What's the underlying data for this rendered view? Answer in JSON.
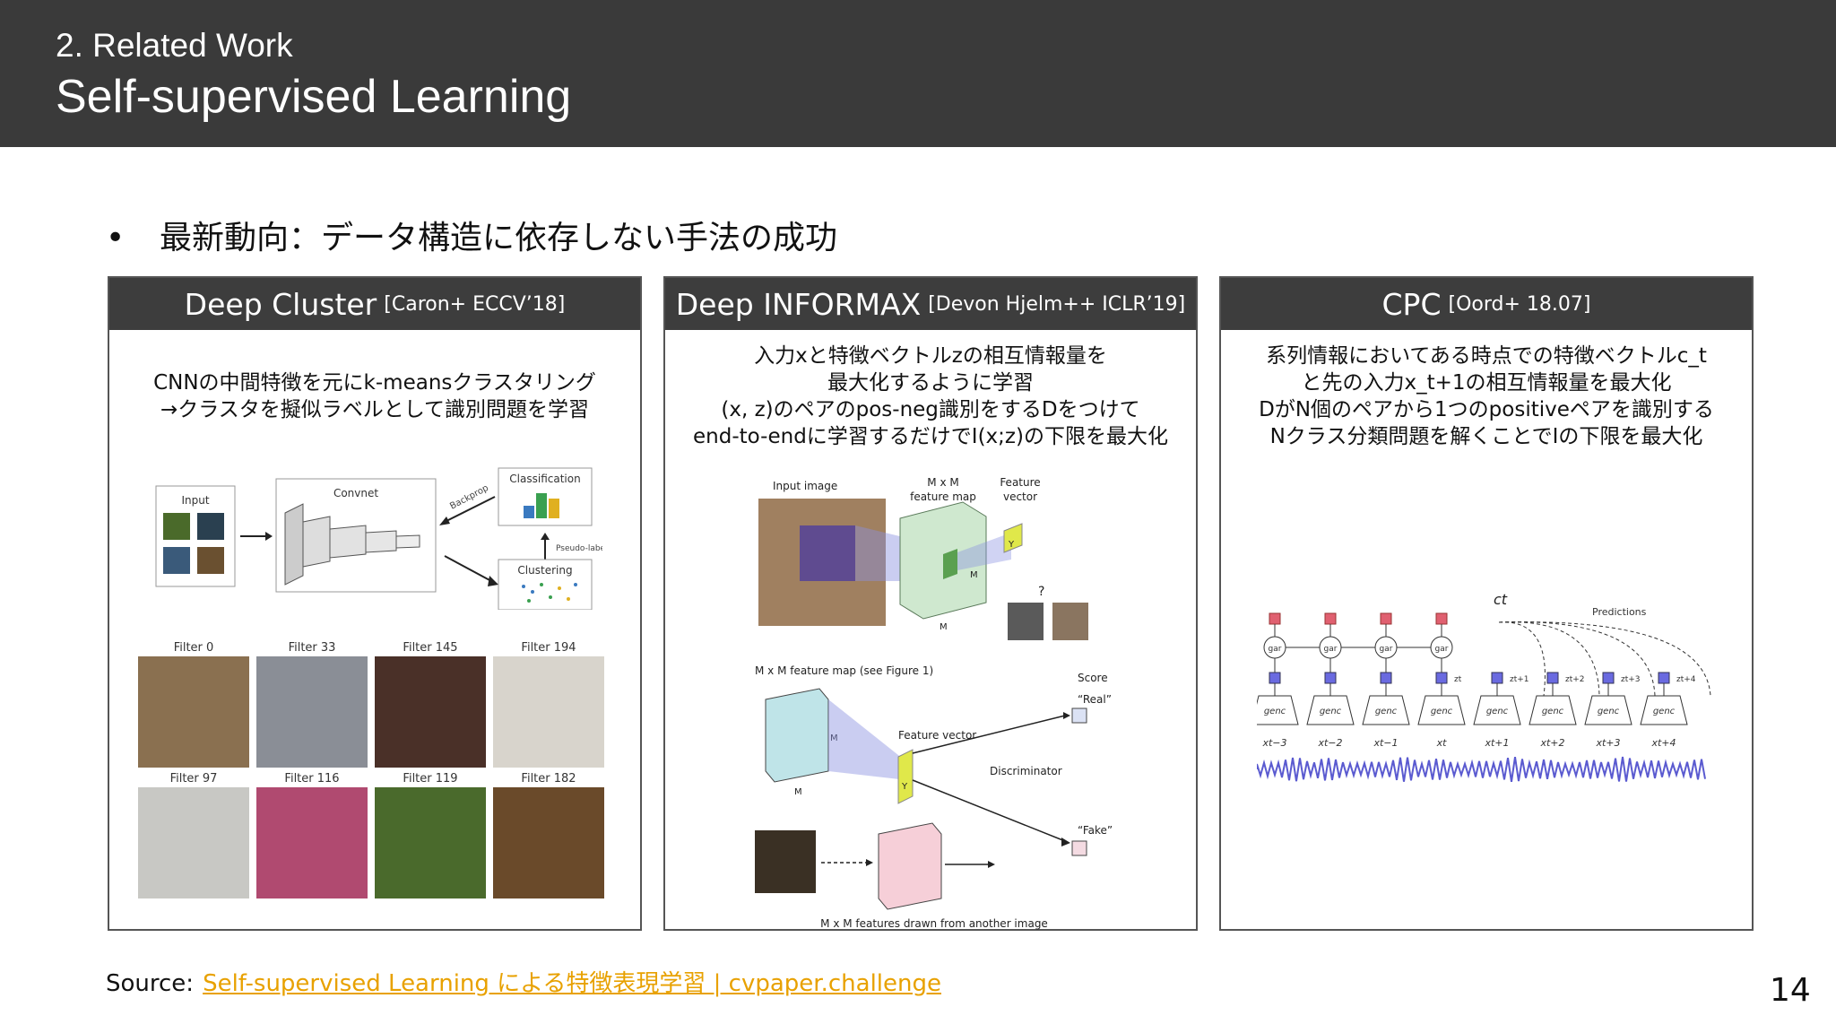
{
  "header": {
    "section": "2. Related Work",
    "title": "Self-supervised Learning"
  },
  "bullet": {
    "marker": "•",
    "text": "最新動向：データ構造に依存しない手法の成功"
  },
  "panels": [
    {
      "name": "Deep Cluster",
      "citation": "[Caron+ ECCV’18]",
      "lines": [
        "CNNの中間特徴を元にk-meansクラスタリング",
        "→クラスタを擬似ラベルとして識別問題を学習"
      ],
      "figure": {
        "input": "Input",
        "convnet": "Convnet",
        "backprop": "Backprop",
        "classification": "Classification",
        "pseudo": "Pseudo-labels",
        "clustering": "Clustering",
        "filters": [
          "Filter 0",
          "Filter 33",
          "Filter 145",
          "Filter 194",
          "Filter 97",
          "Filter 116",
          "Filter 119",
          "Filter 182"
        ]
      }
    },
    {
      "name": "Deep INFORMAX",
      "citation": "[Devon Hjelm++ ICLR’19]",
      "lines": [
        "入力xと特徴ベクトルzの相互情報量を",
        "最大化するように学習",
        "(x, z)のペアのpos-neg識別をするDをつけて",
        "end-to-endに学習するだけでI(x;z)の下限を最大化"
      ],
      "figure": {
        "input_image": "Input image",
        "mxm": "M x M",
        "feature_map": "feature map",
        "feature": "Feature",
        "vector": "vector",
        "q": "?",
        "m": "M",
        "y": "Y",
        "mxm_map": "M x M feature map (see Figure 1)",
        "score": "Score",
        "real": "“Real”",
        "feature_vector": "Feature vector",
        "discriminator": "Discriminator",
        "fake": "“Fake”",
        "mxm_features": "M x M features drawn from another image"
      }
    },
    {
      "name": "CPC",
      "citation": "[Oord+ 18.07]",
      "lines": [
        "系列情報においてある時点での特徴ベクトルc_t",
        "と先の入力x_t+1の相互情報量を最大化",
        "DがN個のペアから1つのpositiveペアを識別する",
        "Nクラス分類問題を解くことでIの下限を最大化"
      ],
      "figure": {
        "ct": "ct",
        "predictions": "Predictions",
        "gar": "gar",
        "genc": "genc",
        "zt": "zt",
        "z_future": [
          "zt+1",
          "zt+2",
          "zt+3",
          "zt+4"
        ],
        "x_labels": [
          "xt−3",
          "xt−2",
          "xt−1",
          "xt",
          "xt+1",
          "xt+2",
          "xt+3",
          "xt+4"
        ]
      }
    }
  ],
  "footer": {
    "source_label": "Source:",
    "source_link": "Self-supervised Learning による特徴表現学習 | cvpaper.challenge"
  },
  "page_number": "14"
}
